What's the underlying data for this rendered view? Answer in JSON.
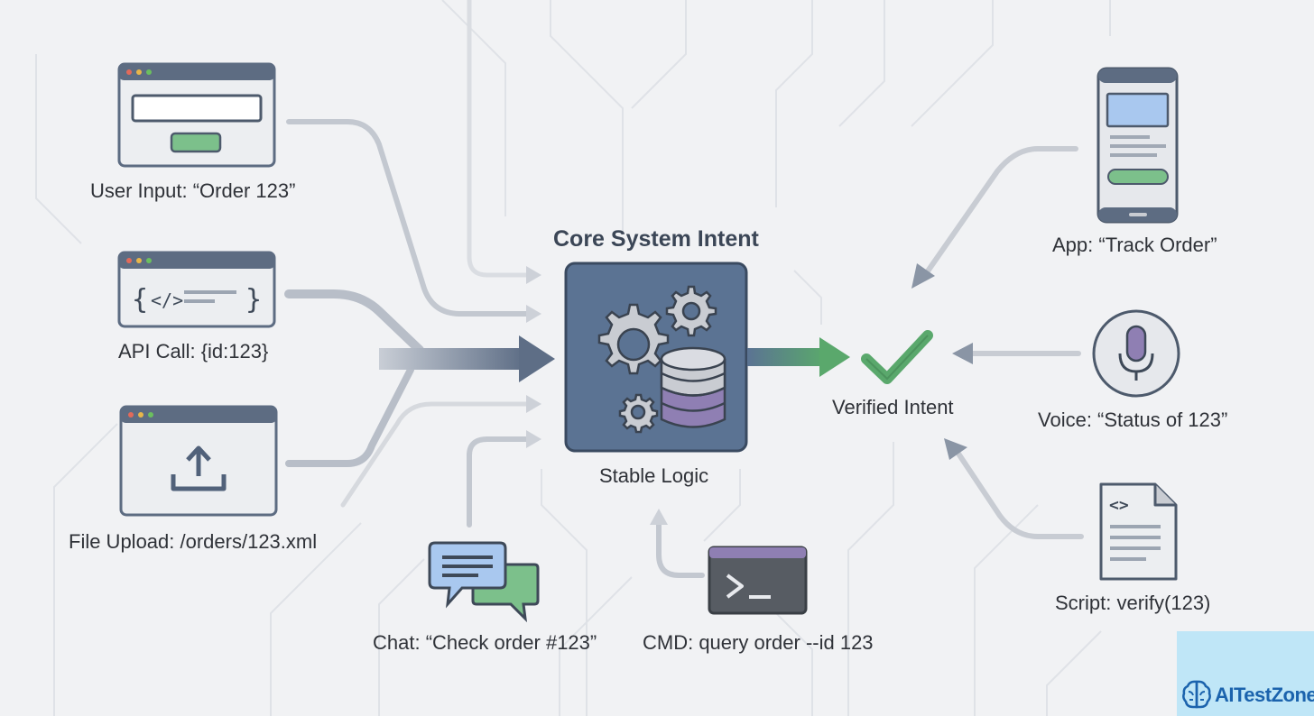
{
  "diagram": {
    "title": "Core System Intent",
    "core_label": "Stable Logic",
    "result_label": "Verified Intent",
    "inputs": [
      {
        "id": "user-input",
        "label": "User Input: “Order 123”",
        "icon": "browser-form-icon"
      },
      {
        "id": "api-call",
        "label": "API Call: {id:123}",
        "icon": "code-window-icon"
      },
      {
        "id": "file-upload",
        "label": "File Upload: /orders/123.xml",
        "icon": "upload-window-icon"
      },
      {
        "id": "chat",
        "label": "Chat: “Check order #123”",
        "icon": "chat-bubbles-icon"
      },
      {
        "id": "cmd",
        "label": "CMD: query order --id 123",
        "icon": "terminal-icon"
      },
      {
        "id": "app",
        "label": "App: “Track Order”",
        "icon": "mobile-app-icon"
      },
      {
        "id": "voice",
        "label": "Voice: “Status of 123”",
        "icon": "microphone-icon"
      },
      {
        "id": "script",
        "label": "Script: verify(123)",
        "icon": "script-file-icon"
      }
    ],
    "core_icons": [
      "gears-icon",
      "database-icon"
    ],
    "result_icon": "checkmark-icon"
  },
  "branding": {
    "name": "AITestZone",
    "icon": "brain-icon"
  },
  "colors": {
    "background": "#f1f2f4",
    "core_fill": "#5b7393",
    "arrow_dark": "#5e6e86",
    "arrow_green": "#5aa86c",
    "check_green": "#5aa86c",
    "window_frame": "#5d6c82",
    "accent_purple": "#8f7fb3",
    "accent_blue": "#a9c8ef",
    "badge_bg": "#bfe6f7"
  }
}
